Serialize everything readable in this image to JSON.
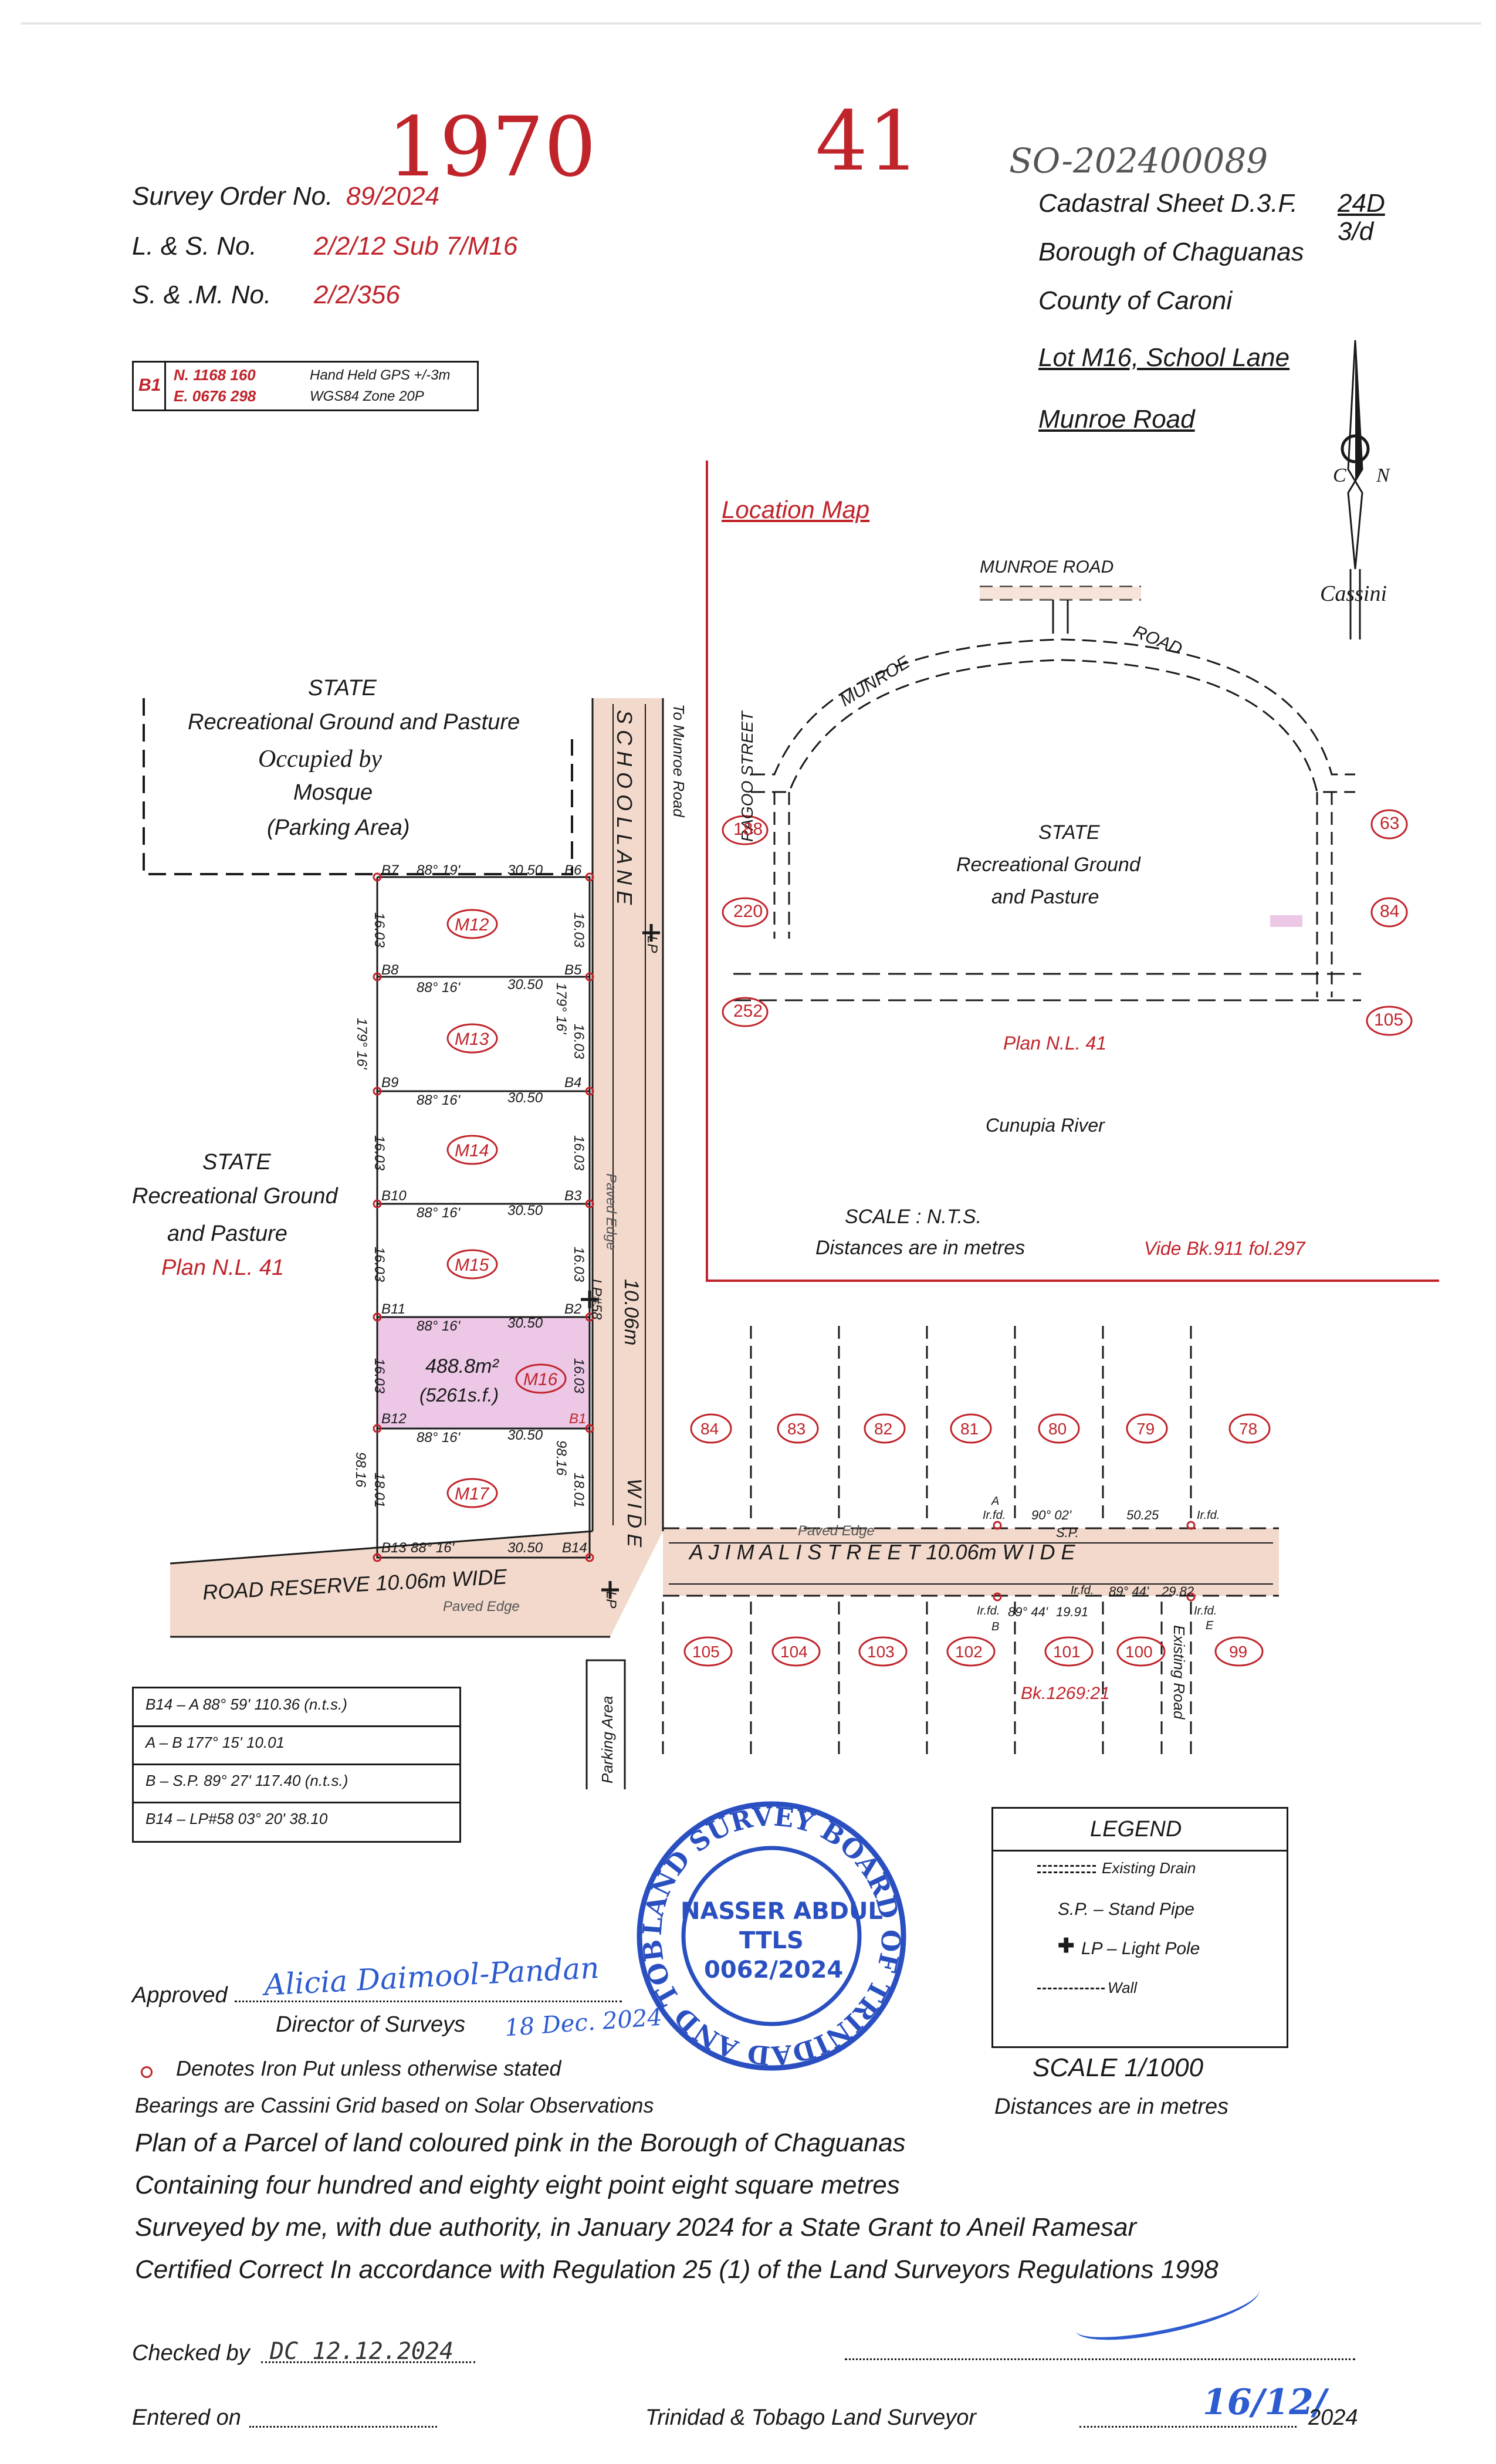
{
  "header": {
    "hand_1970": "1970",
    "hand_41": "41",
    "hand_so": "SO-202400089",
    "survey_order_label": "Survey  Order No.",
    "survey_order_value": "89/2024",
    "ls_label": "L. & S. No.",
    "ls_value": "2/2/12 Sub 7/M16",
    "sm_label": "S. & .M. No.",
    "sm_value": "2/2/356",
    "gps_id": "B1",
    "gps_n": "N. 1168 160",
    "gps_e": "E. 0676 298",
    "gps_note1": "Hand Held GPS +/-3m",
    "gps_note2": "WGS84 Zone 20P",
    "cadastral_sheet": "Cadastral Sheet D.3.F.",
    "sheet_ref_top": "24D",
    "sheet_ref_bottom": "3/d",
    "borough": "Borough  of  Chaguanas",
    "county": "County  of  Caroni",
    "lot": "Lot M16, School Lane",
    "road": "Munroe  Road"
  },
  "north_arrow": {
    "c": "C",
    "n": "N",
    "label": "Cassini"
  },
  "location_map": {
    "title": "Location  Map",
    "munroe_road_top": "MUNROE  ROAD",
    "munroe_curve": "MUNROE",
    "road_curve": "ROAD",
    "ragoo_street": "RAGOO  STREET",
    "state": "STATE",
    "rec_ground": "Recreational  Ground",
    "pasture": "and  Pasture",
    "plan": "Plan  N.L. 41",
    "river": "Cunupia   River",
    "scale": "SCALE  :  N.T.S.",
    "distances": "Distances  are  in  metres",
    "vide": "Vide  Bk.911  fol.297",
    "lots": [
      "188",
      "220",
      "252",
      "63",
      "84",
      "105"
    ]
  },
  "main_plan": {
    "north_state": "STATE",
    "north_rec": "Recreational  Ground  and  Pasture",
    "occupied": "Occupied  by",
    "mosque": "Mosque",
    "parking": "(Parking  Area)",
    "west_state": "STATE",
    "west_rec": "Recreational  Ground",
    "west_pasture": "and  Pasture",
    "west_plan": "Plan  N.L. 41",
    "school_lane": "S C H O O L       L A N E",
    "to_munroe": "To Munroe Road",
    "wide": "W I D E",
    "width": "10.06m",
    "paved_edge": "Paved Edge",
    "road_reserve": "ROAD     RESERVE      10.06m      WIDE",
    "ajim": "A J I M     A L I     S T R E E T     10.06m     W I D E",
    "existing_road": "Existing Road",
    "parking_area": "Parking Area",
    "bk": "Bk.1269:21",
    "area_m2": "488.8m²",
    "area_sf": "(5261s.f.)",
    "lp58": "LP#58",
    "lp": "LP",
    "sp": "S.P.",
    "lots": [
      "M12",
      "M13",
      "M14",
      "M15",
      "M16",
      "M17"
    ],
    "points_left": [
      "B7",
      "B8",
      "B9",
      "B10",
      "B11",
      "B12",
      "B13"
    ],
    "points_right": [
      "B6",
      "B5",
      "B4",
      "B3",
      "B2",
      "B1",
      "B14"
    ],
    "bearing_88_19": "88° 19'",
    "bearing_88_16": "88° 16'",
    "bearing_88_16b": "88° 16'",
    "dist_3050": "30.50",
    "side_1603": "16.03",
    "side_1801": "18.01",
    "side_brg_179": "179° 16'",
    "side_brg_98": "98.16",
    "north_lots": [
      "84",
      "83",
      "82",
      "81",
      "80",
      "79",
      "78"
    ],
    "south_lots": [
      "105",
      "104",
      "103",
      "102",
      "101",
      "100",
      "99"
    ],
    "a_label": "A",
    "irfd": "Ir.fd.",
    "a_brg": "90° 02'",
    "a_dist": "50.25",
    "b_brg": "89° 44'",
    "b_dist": "19.91",
    "e_brg": "89° 44'",
    "e_dist": "29.82",
    "b_label": "B",
    "e_label": "E"
  },
  "traverse_table": [
    "B14  –  A   88° 59'   110.36  (n.t.s.)",
    "A  –  B   177° 15'   10.01",
    "B  –  S.P.  89° 27'   117.40  (n.t.s.)",
    "B14  –  LP#58   03° 20'   38.10"
  ],
  "stamp": {
    "ring": "LAND SURVEY BOARD  OF TRINIDAD AND TOBAGO",
    "name": "NASSER ABDUL",
    "ttls": "TTLS",
    "number": "0062/2024"
  },
  "legend": {
    "title": "LEGEND",
    "drain": "Existing Drain",
    "sp": "S.P.    –  Stand Pipe",
    "lp": "LP  –  Light Pole",
    "wall": "Wall",
    "scale": "SCALE  1/1000",
    "distances": "Distances  are  in  metres"
  },
  "footer": {
    "approved": "Approved",
    "approved_sig": "Alicia Daimool-Pandan",
    "director": "Director  of  Surveys",
    "date_sig": "18 Dec. 2024",
    "iron_put": "Denotes  Iron  Put  unless  otherwise  stated",
    "bearings": "Bearings  are  Cassini  Grid  based  on  Solar  Observations",
    "plan_line": "Plan  of  a  Parcel  of  land  coloured  pink  in  the  Borough  of  Chaguanas",
    "containing": "Containing  four  hundred  and  eighty  eight  point  eight  square  metres",
    "surveyed": "Surveyed  by  me,  with  due  authority,  in  January  2024  for  a  State  Grant  to  Aneil  Ramesar",
    "certified": "Certified  Correct  In  accordance  with  Regulation  25  (1)  of  the  Land  Surveyors  Regulations  1998",
    "checked": "Checked  by",
    "checked_sig": "DC 12.12.2024",
    "entered": "Entered  on",
    "surveyor": "Trinidad  &  Tobago  Land  Surveyor",
    "sig_date": "16/12/",
    "year": "2024"
  },
  "colors": {
    "red": "#c0242b",
    "pink_road": "#f2d9cc",
    "lot_pink": "#ecc8e6",
    "stamp_blue": "#2a4fc0",
    "sig_blue": "#2d5bd0"
  }
}
